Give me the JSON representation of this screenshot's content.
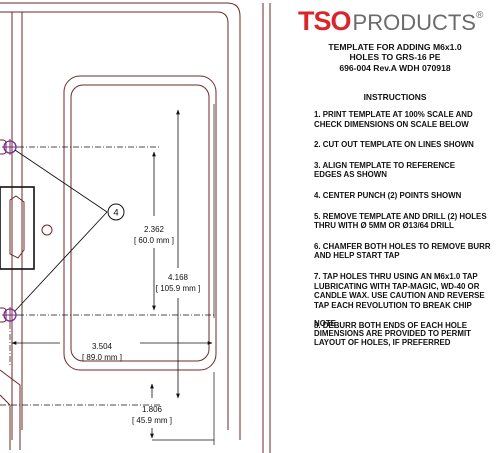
{
  "logo": {
    "brand": "TSO",
    "products": "PRODUCTS",
    "reg": "®"
  },
  "title": {
    "line1": "TEMPLATE FOR ADDING M6x1.0",
    "line2": "HOLES TO GRS-16 PE",
    "line3": "696-004 Rev.A WDH 070918"
  },
  "instructions": {
    "heading": "INSTRUCTIONS",
    "steps": [
      "1. PRINT TEMPLATE AT 100% SCALE AND\nCHECK DIMENSIONS ON SCALE BELOW",
      "2. CUT OUT TEMPLATE ON LINES SHOWN",
      "3. ALIGN TEMPLATE TO REFERENCE\nEDGES AS SHOWN",
      "4. CENTER PUNCH (2) POINTS SHOWN",
      "5. REMOVE TEMPLATE AND DRILL (2) HOLES\nTHRU WITH Ø 5MM OR Ø13/64 DRILL",
      "6. CHAMFER BOTH HOLES TO REMOVE BURR\nAND HELP START TAP",
      "7. TAP HOLES THRU USING AN M6x1.0 TAP\nLUBRICATING WITH TAP-MAGIC, WD-40 OR\nCANDLE WAX.  USE CAUTION AND REVERSE\nTAP EACH REVOLUTION TO BREAK CHIP",
      "8. DEBURR BOTH ENDS OF EACH HOLE"
    ],
    "note_heading": "NOTE",
    "note_body": "DIMENSIONS ARE PROVIDED TO PERMIT\nLAYOUT OF HOLES, IF PREFERRED"
  },
  "drawing": {
    "callout": "4",
    "dim_2362_in": "2.362",
    "dim_2362_mm": "[ 60.0 mm ]",
    "dim_4168_in": "4.168",
    "dim_4168_mm": "[ 105.9 mm ]",
    "dim_3504_in": "3.504",
    "dim_3504_mm": "[ 89.0 mm ]",
    "dim_1806_in": "1.806",
    "dim_1806_mm": "[ 45.9 mm ]"
  },
  "colors": {
    "outline": "#6e2a2a",
    "hole": "#7a2a8a",
    "dimension": "#111111",
    "logo_red": "#d9262b",
    "logo_gray": "#6b6b6b"
  }
}
